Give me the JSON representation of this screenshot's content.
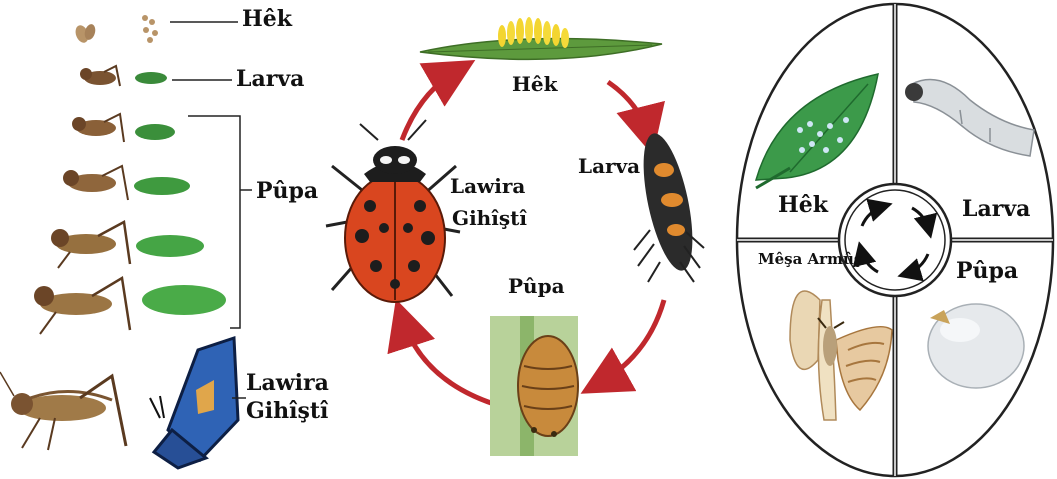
{
  "left_panel": {
    "egg": "Hêk",
    "larva": "Larva",
    "pupa": "Pûpa",
    "adult_line1": "Lawira",
    "adult_line2": "Gihîştî"
  },
  "center_panel": {
    "egg": "Hêk",
    "larva": "Larva",
    "pupa": "Pûpa",
    "adult_line1": "Lawira",
    "adult_line2": "Gihîştî"
  },
  "right_panel": {
    "egg": "Hêk",
    "larva": "Larva",
    "pupa": "Pûpa",
    "adult": "Mêşa Armûş"
  },
  "colors": {
    "arrow_red": "#c0282d",
    "leaf_green": "#5d9a3d",
    "ladybug_red": "#d9461f",
    "butterfly_blue": "#2f63b5"
  }
}
